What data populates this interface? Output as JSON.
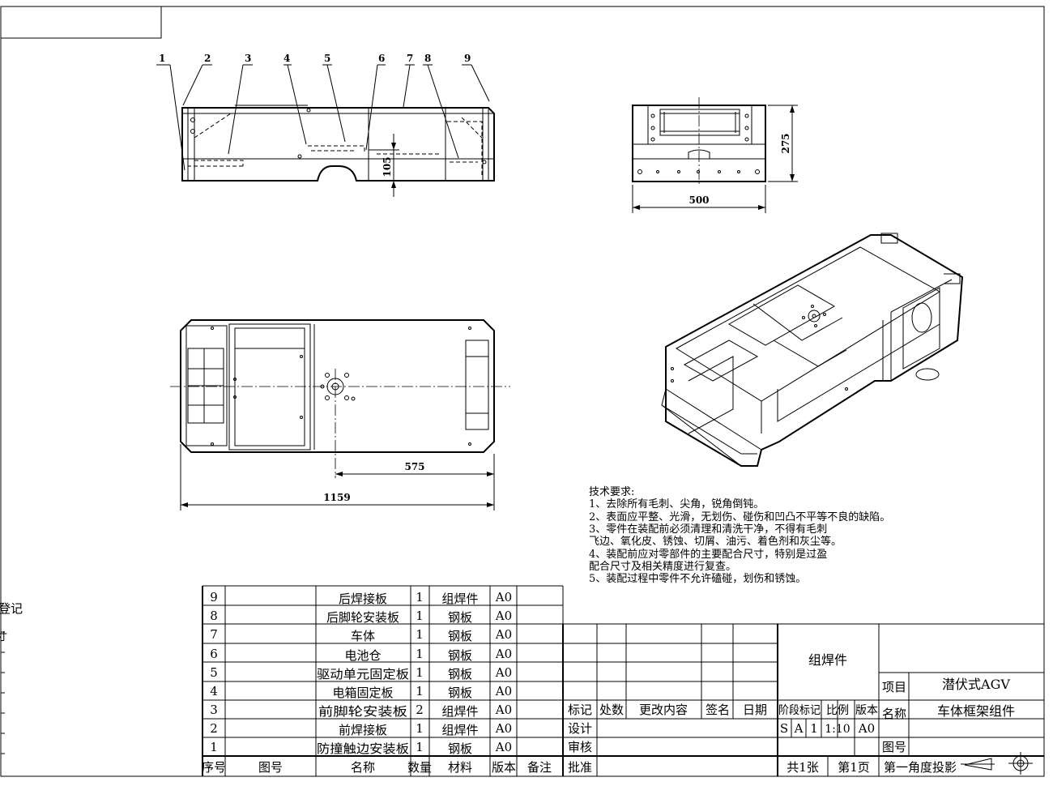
{
  "callouts": [
    "1",
    "2",
    "3",
    "4",
    "5",
    "6",
    "7",
    "8",
    "9"
  ],
  "dimensions": {
    "height_side": "105",
    "end_width": "500",
    "end_height": "275",
    "top_length": "1159",
    "top_offset": "575"
  },
  "left_margin": {
    "text1": "登记",
    "text2": "寸"
  },
  "tech_requirements": {
    "title": "技术要求:",
    "items": [
      "1、去除所有毛刺、尖角，锐角倒钝。",
      "2、表面应平整、光滑，无划伤、碰伤和凹凸不平等不良的缺陷。",
      "3、零件在装配前必须清理和清洗干净，不得有毛刺",
      "飞边、氧化皮、锈蚀、切屑、油污、着色剂和灰尘等。",
      "4、装配前应对零部件的主要配合尺寸，特别是过盈",
      "配合尺寸及相关精度进行复查。",
      "5、装配过程中零件不允许磕碰，划伤和锈蚀。"
    ]
  },
  "bom": {
    "rows": [
      {
        "no": "9",
        "code": "",
        "name": "后焊接板",
        "qty": "1",
        "material": "组焊件",
        "version": "A0",
        "note": ""
      },
      {
        "no": "8",
        "code": "",
        "name": "后脚轮安装板",
        "qty": "1",
        "material": "钢板",
        "version": "A0",
        "note": ""
      },
      {
        "no": "7",
        "code": "",
        "name": "车体",
        "qty": "1",
        "material": "钢板",
        "version": "A0",
        "note": ""
      },
      {
        "no": "6",
        "code": "",
        "name": "电池仓",
        "qty": "1",
        "material": "钢板",
        "version": "A0",
        "note": ""
      },
      {
        "no": "5",
        "code": "",
        "name": "驱动单元固定板",
        "qty": "1",
        "material": "钢板",
        "version": "A0",
        "note": ""
      },
      {
        "no": "4",
        "code": "",
        "name": "电箱固定板",
        "qty": "1",
        "material": "钢板",
        "version": "A0",
        "note": ""
      },
      {
        "no": "3",
        "code": "",
        "name": "前脚轮安装板",
        "qty": "2",
        "material": "组焊件",
        "version": "A0",
        "note": ""
      },
      {
        "no": "2",
        "code": "",
        "name": "前焊接板",
        "qty": "1",
        "material": "组焊件",
        "version": "A0",
        "note": ""
      },
      {
        "no": "1",
        "code": "",
        "name": "防撞触边安装板",
        "qty": "1",
        "material": "钢板",
        "version": "A0",
        "note": ""
      }
    ],
    "headers": {
      "no": "序号",
      "code": "图号",
      "name": "名称",
      "qty": "数量",
      "material": "材料",
      "version": "版本",
      "note": "备注"
    }
  },
  "title_block": {
    "rev_headers": [
      "标记",
      "处数",
      "更改内容",
      "签名",
      "日期"
    ],
    "roles": [
      "设计",
      "审核",
      "批准"
    ],
    "material": "组焊件",
    "stage_headers": [
      "阶段标记",
      "比例",
      "版本"
    ],
    "stage": [
      "S",
      "A",
      "1"
    ],
    "scale": "1:10",
    "version": "A0",
    "sheets_total": "共1张",
    "sheet_no": "第1页",
    "project_label": "项目",
    "project_value": "潜伏式AGV",
    "name_label": "名称",
    "name_value": "车体框架组件",
    "drawing_no_label": "图号",
    "drawing_no_value": "",
    "projection": "第一角度投影"
  }
}
